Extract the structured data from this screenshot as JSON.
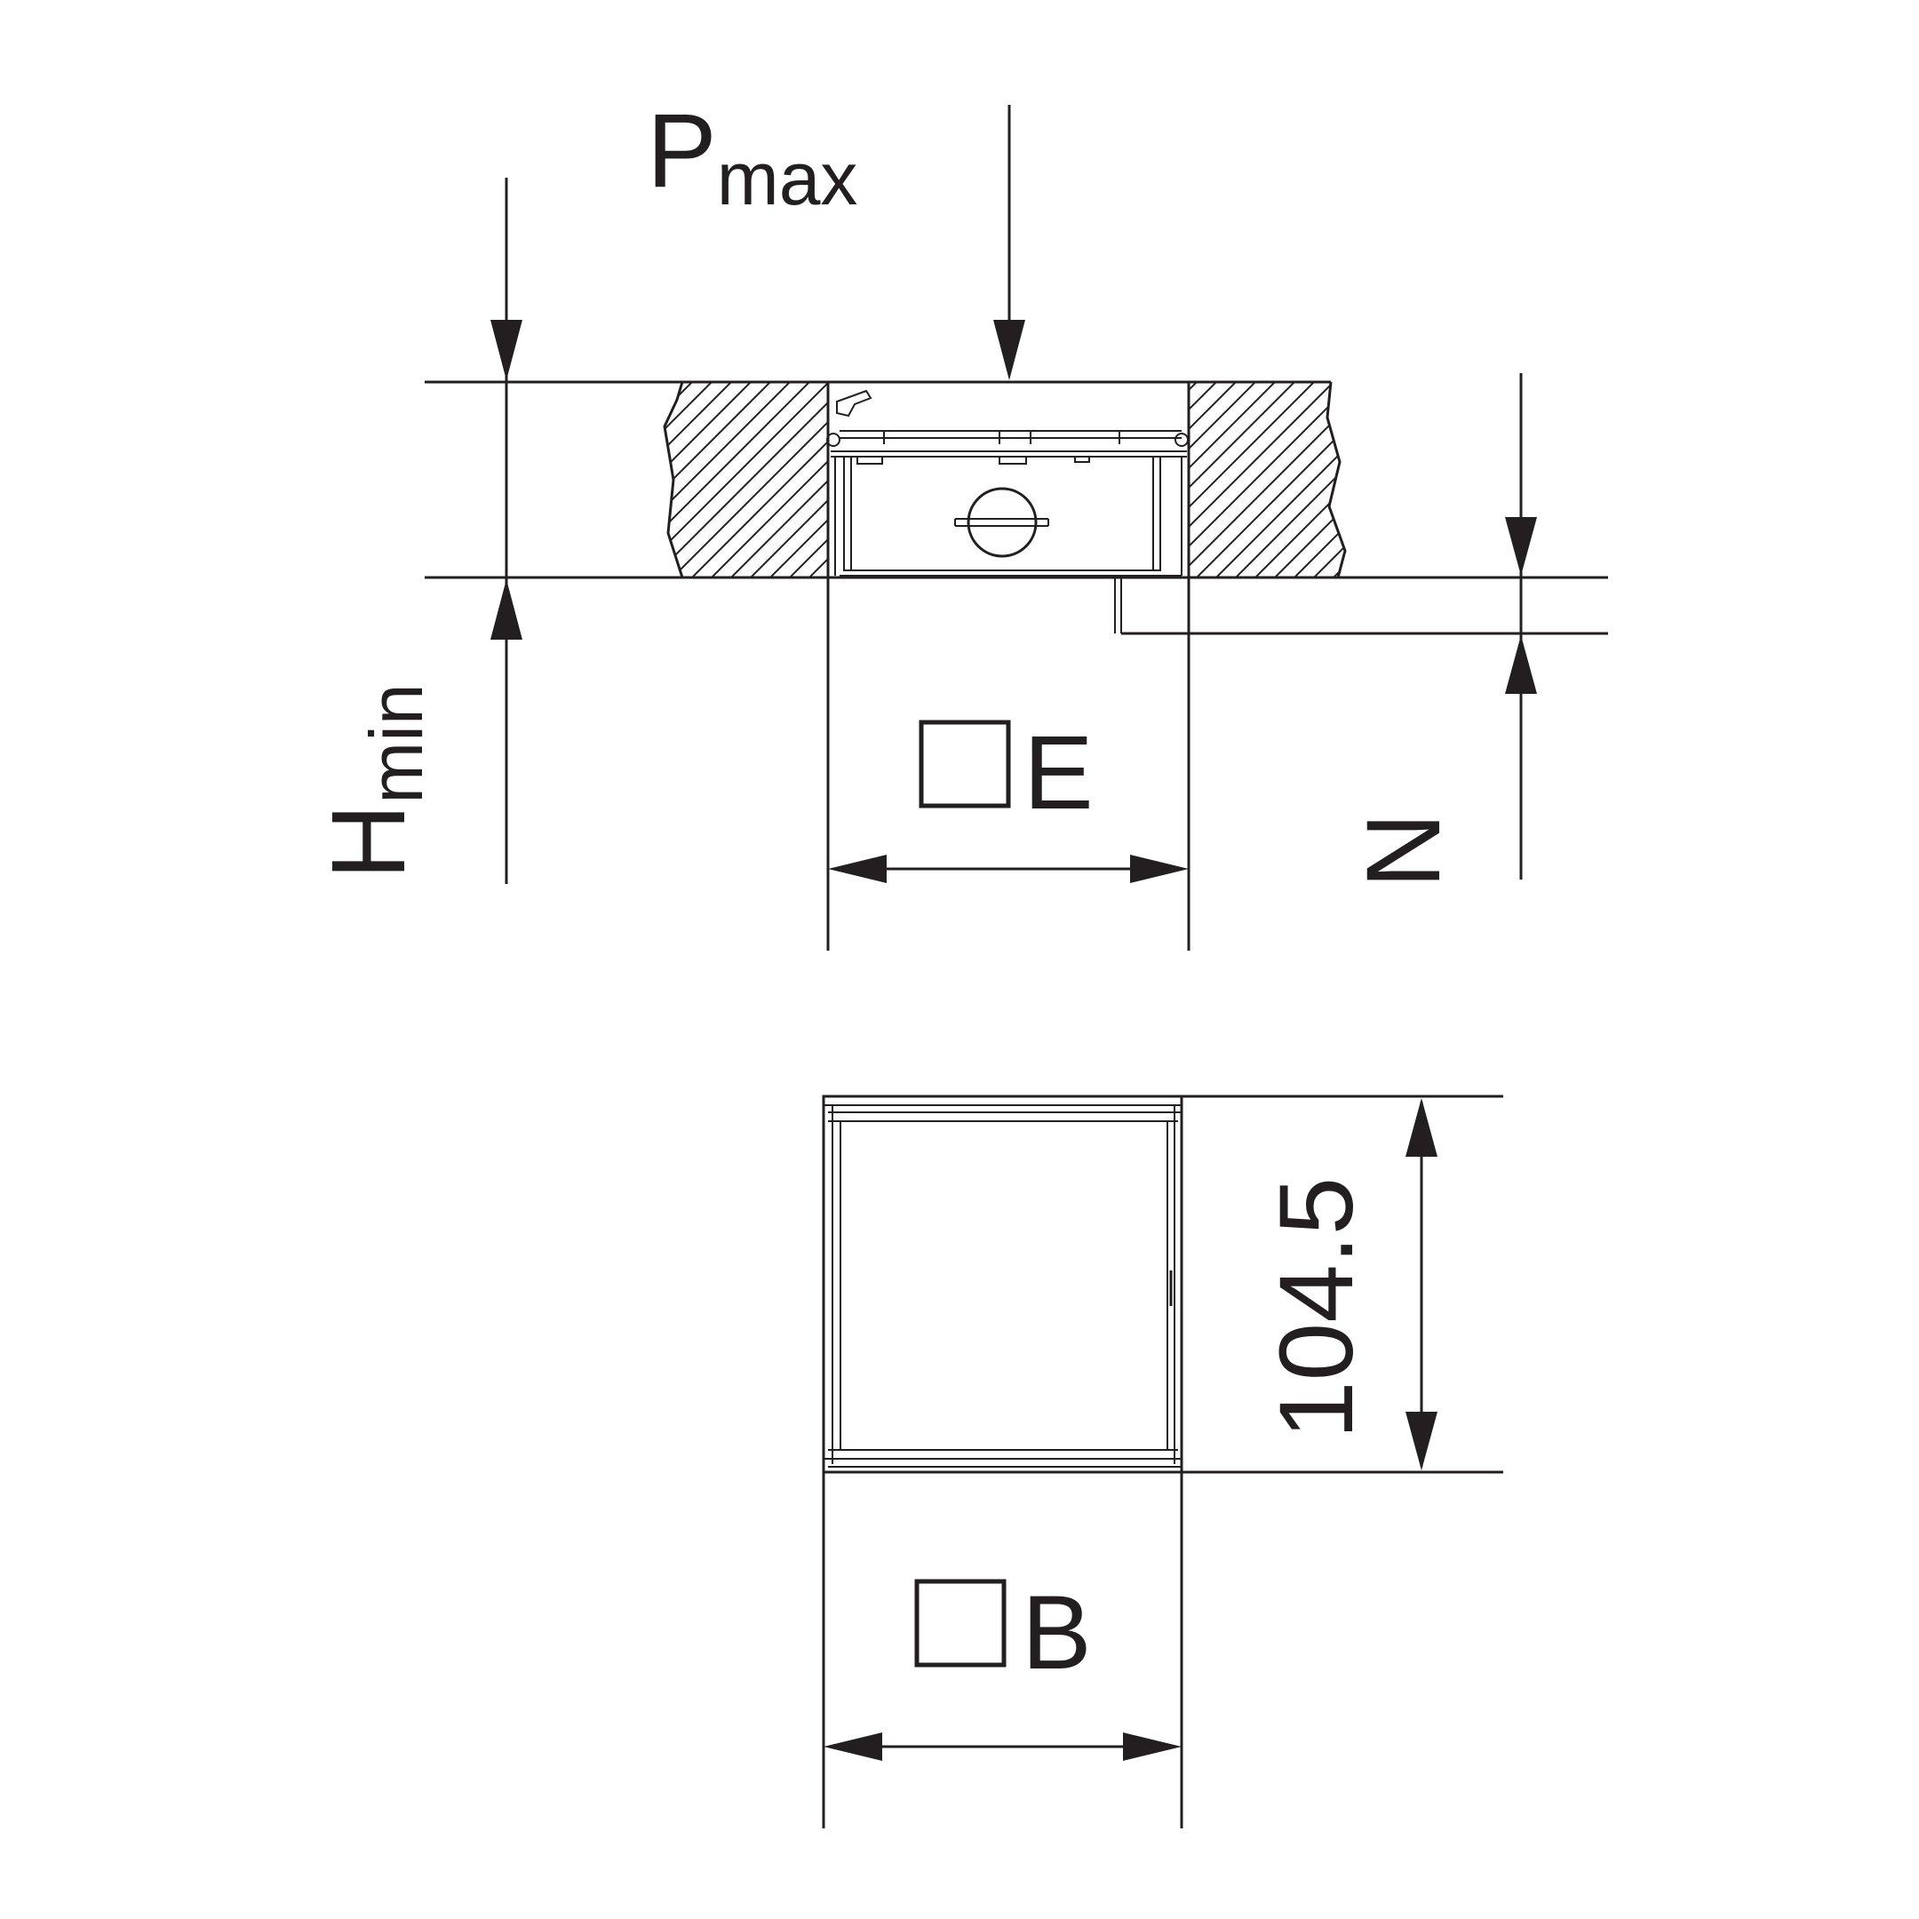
{
  "labels": {
    "p_main": "P",
    "p_sub": "max",
    "h_main": "H",
    "h_sub": "min",
    "e_label": "E",
    "n_label": "N",
    "b_label": "B",
    "height_value": "104.5"
  },
  "colors": {
    "line": "#231f20",
    "background": "#ffffff"
  }
}
